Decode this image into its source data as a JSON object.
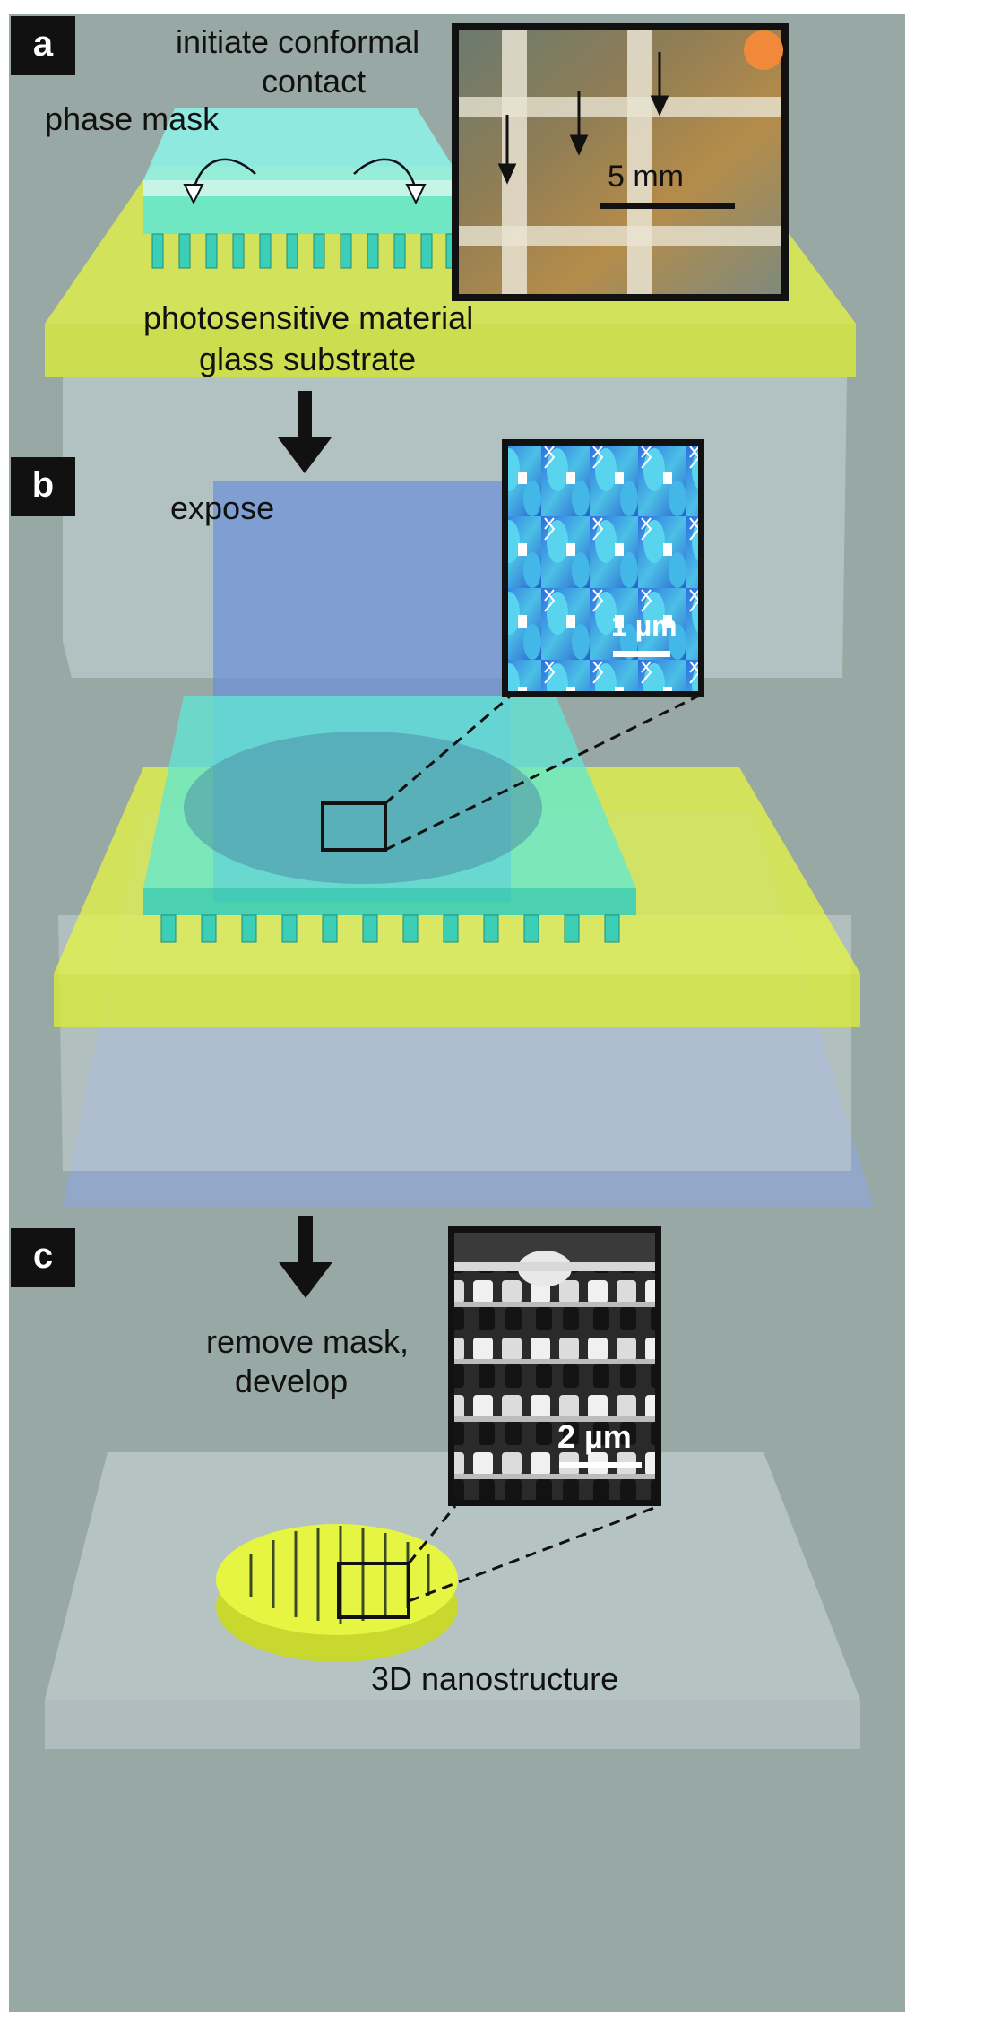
{
  "panels": {
    "a": {
      "badge": "a",
      "label_step_line1": "initiate conformal",
      "label_step_line2": "contact",
      "label_mask": "phase mask",
      "label_material": "photosensitive material",
      "label_substrate": "glass substrate",
      "inset_scale": "5 mm"
    },
    "b": {
      "badge": "b",
      "label_step": "expose",
      "inset_scale": "1 µm"
    },
    "c": {
      "badge": "c",
      "label_step_line1": "remove mask,",
      "label_step_line2": "develop",
      "label_result": "3D nanostructure",
      "inset_scale": "2 µm"
    }
  },
  "colors": {
    "background": "#98a8a4",
    "photoresist": "#e6f542",
    "mask": "#5fe8d6",
    "light": "#6a8fd8",
    "glass": "#c9d5d8",
    "badge": "#111111"
  }
}
